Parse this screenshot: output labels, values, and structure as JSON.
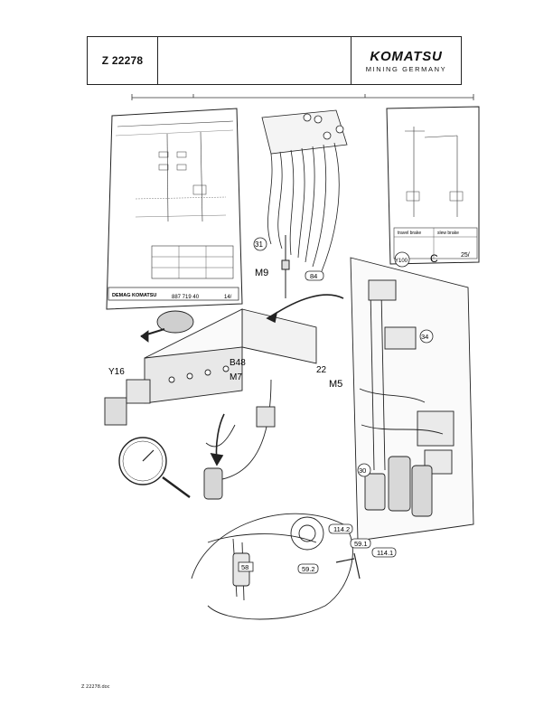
{
  "header": {
    "doc_number": "Z 22278",
    "brand": "KOMATSU",
    "brand_sub": "MINING GERMANY"
  },
  "left_schematic": {
    "company": "DEMAG KOMATSU",
    "drawing_number": "887 719 40",
    "sheet": "14/"
  },
  "right_schematic": {
    "label_left": "travel brake",
    "label_right": "slew brake",
    "sheet": "25/"
  },
  "callouts": {
    "c31": "31",
    "m9": "M9",
    "c84": "84",
    "c100": "Y100",
    "cC": "C",
    "c34": "34",
    "y16": "Y16",
    "b48": "B48",
    "m7": "M7",
    "m5": "M5",
    "c22": "22",
    "c30": "30",
    "c114_2": "114.2",
    "c59_1": "59.1",
    "c114_1": "114.1",
    "c59_2": "59.2",
    "c58": "58"
  },
  "footer": {
    "filename": "Z 22278.doc"
  }
}
